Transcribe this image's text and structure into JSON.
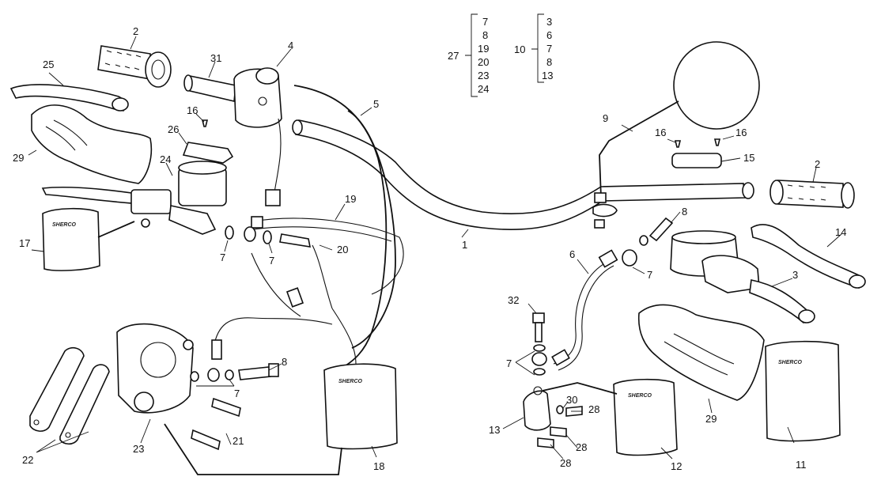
{
  "diagram": {
    "callouts": [
      "1",
      "2",
      "2",
      "3",
      "4",
      "5",
      "6",
      "7",
      "7",
      "7",
      "7",
      "7",
      "8",
      "8",
      "9",
      "11",
      "12",
      "13",
      "14",
      "15",
      "16",
      "16",
      "16",
      "17",
      "18",
      "19",
      "20",
      "21",
      "22",
      "23",
      "24",
      "25",
      "26",
      "28",
      "28",
      "28",
      "29",
      "29",
      "30",
      "31",
      "32"
    ],
    "bag_brand": "SHERCO",
    "group_27": {
      "label": "27",
      "items": [
        "7",
        "8",
        "19",
        "20",
        "23",
        "24"
      ]
    },
    "group_10": {
      "label": "10",
      "items": [
        "3",
        "6",
        "7",
        "8",
        "13"
      ]
    }
  }
}
